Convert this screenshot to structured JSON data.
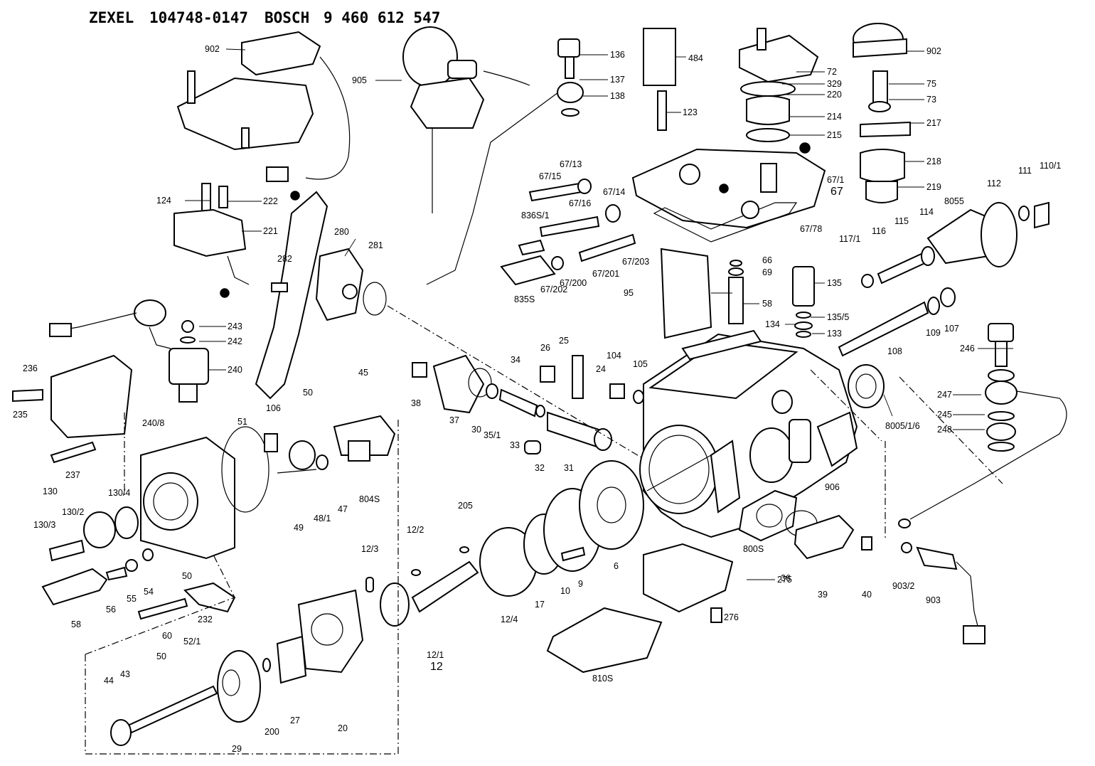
{
  "header": {
    "maker1": "ZEXEL",
    "pump_number": "104748-0147",
    "maker2": "BOSCH",
    "bosch_number": "9 460 612 547"
  },
  "labels": {
    "p902a": "902",
    "p905": "905",
    "p136": "136",
    "p137": "137",
    "p138": "138",
    "p484": "484",
    "p72": "72",
    "p329": "329",
    "p220": "220",
    "p214": "214",
    "p215": "215",
    "p902b": "902",
    "p75": "75",
    "p73": "73",
    "p217": "217",
    "p218": "218",
    "p219": "219",
    "p123": "123",
    "p6713": "67/13",
    "p6715": "67/15",
    "p6714": "67/14",
    "p6716": "67/16",
    "p8365": "836S/1",
    "p671": "67/1",
    "p67": "67",
    "p6778": "67/78",
    "p67203": "67/203",
    "p67201": "67/201",
    "p67200": "67/200",
    "p67202": "67/202",
    "p835": "835S",
    "p124": "124",
    "p222": "222",
    "p221": "221",
    "p280": "280",
    "p281": "281",
    "p282": "282",
    "p66": "66",
    "p69": "69",
    "p95": "95",
    "p58a": "58",
    "p135": "135",
    "p1355": "135/5",
    "p134": "134",
    "p133": "133",
    "p8055": "8055",
    "p112": "112",
    "p111": "111",
    "p1101": "110/1",
    "p1171": "117/1",
    "p116": "116",
    "p115": "115",
    "p114": "114",
    "p109": "109",
    "p107": "107",
    "p108": "108",
    "p243": "243",
    "p242": "242",
    "p240": "240",
    "p2408": "240/8",
    "p236": "236",
    "p235": "235",
    "p237": "237",
    "p106": "106",
    "p51": "51",
    "p50a": "50",
    "p45": "45",
    "p34": "34",
    "p26": "26",
    "p25": "25",
    "p24": "24",
    "p104": "104",
    "p105": "105",
    "p38": "38",
    "p37": "37",
    "p30": "30",
    "p351": "35/1",
    "p33": "33",
    "p32": "32",
    "p31": "31",
    "p246": "246",
    "p247": "247",
    "p245": "245",
    "p248": "248",
    "p80051": "8005/1/6",
    "p906": "906",
    "p130": "130",
    "p1304": "130/4",
    "p1302": "130/2",
    "p1303": "130/3",
    "p49": "49",
    "p481": "48/1",
    "p47": "47",
    "p8045": "804S",
    "p205": "205",
    "p122": "12/2",
    "p123b": "12/3",
    "p124b": "12/4",
    "p17": "17",
    "p10": "10",
    "p9": "9",
    "p6": "6",
    "p8005": "800S",
    "p275": "275",
    "p36": "36",
    "p39": "39",
    "p40": "40",
    "p9032": "903/2",
    "p903": "903",
    "p50b": "50",
    "p55": "55",
    "p54": "54",
    "p56": "56",
    "p58b": "58",
    "p232": "232",
    "p60": "60",
    "p276": "276",
    "p121": "12/1",
    "p12": "12",
    "p8105": "810S",
    "p521": "52/1",
    "p50c": "50",
    "p44": "44",
    "p43": "43",
    "p29": "29",
    "p200": "200",
    "p27": "27",
    "p20": "20"
  }
}
